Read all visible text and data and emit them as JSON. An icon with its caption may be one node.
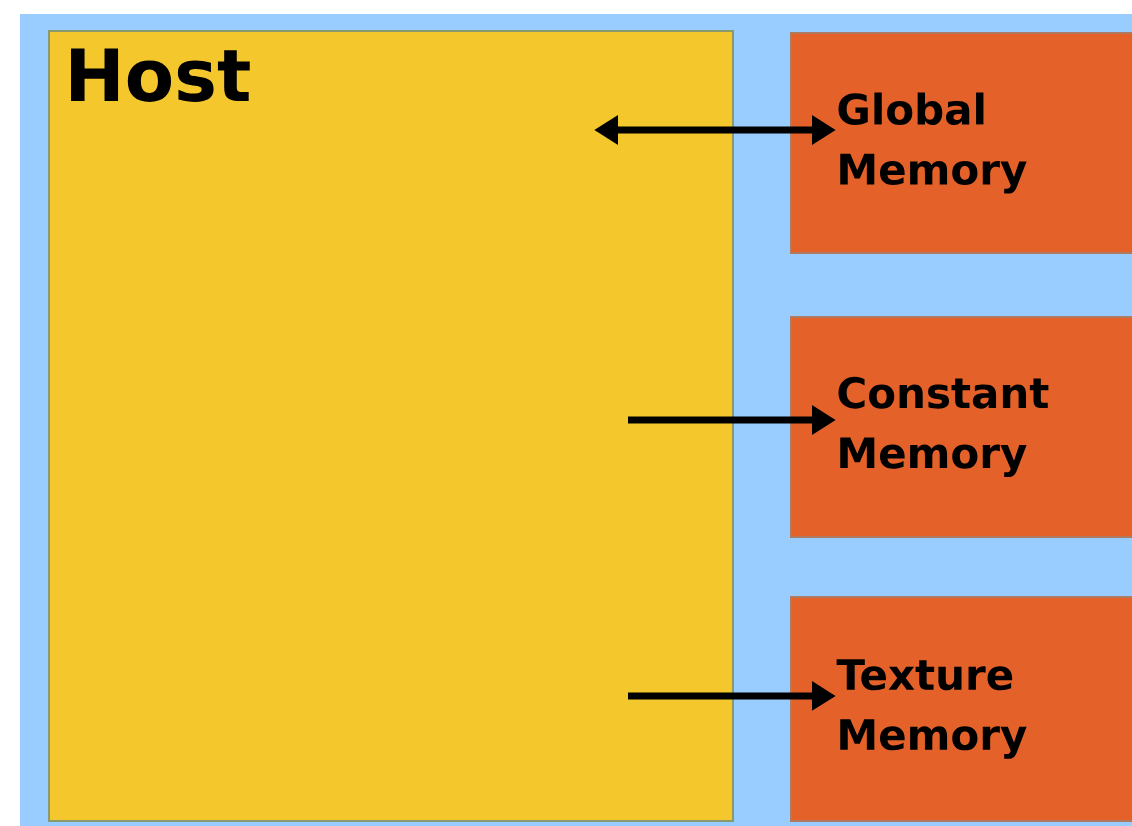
{
  "diagram": {
    "nodes": [
      {
        "text": [
          "Host"
        ]
      },
      {
        "text": [
          "Global Memory"
        ]
      },
      {
        "text": [
          "Constant Memory"
        ]
      },
      {
        "text": [
          "Texture Memory"
        ]
      }
    ],
    "edges": [
      {
        "from": 0,
        "to": 1,
        "arrow": "both"
      },
      {
        "from": 0,
        "to": 2,
        "arrow": "to"
      },
      {
        "from": 0,
        "to": 3,
        "arrow": "to"
      }
    ]
  }
}
